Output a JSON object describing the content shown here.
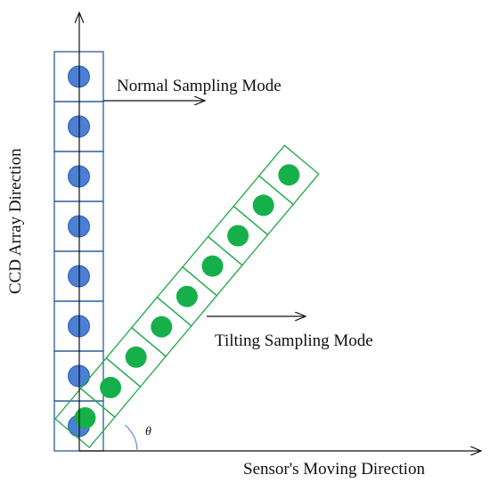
{
  "labels": {
    "normal_mode": "Normal Sampling Mode",
    "tilting_mode": "Tilting Sampling Mode",
    "y_axis": "CCD Array Direction",
    "x_axis": "Sensor's Moving Direction",
    "angle": "θ"
  },
  "normal_array": {
    "cell_count": 8,
    "dot_color": "#4a7fd4",
    "dot_stroke": "#2f5fb0",
    "cell_stroke": "#2e5c9a"
  },
  "tilted_array": {
    "cell_count": 9,
    "dot_color": "#15b04a",
    "cell_stroke": "#20a84a"
  },
  "colors": {
    "axis": "#111111",
    "angle_arc": "#5b8fc9"
  }
}
